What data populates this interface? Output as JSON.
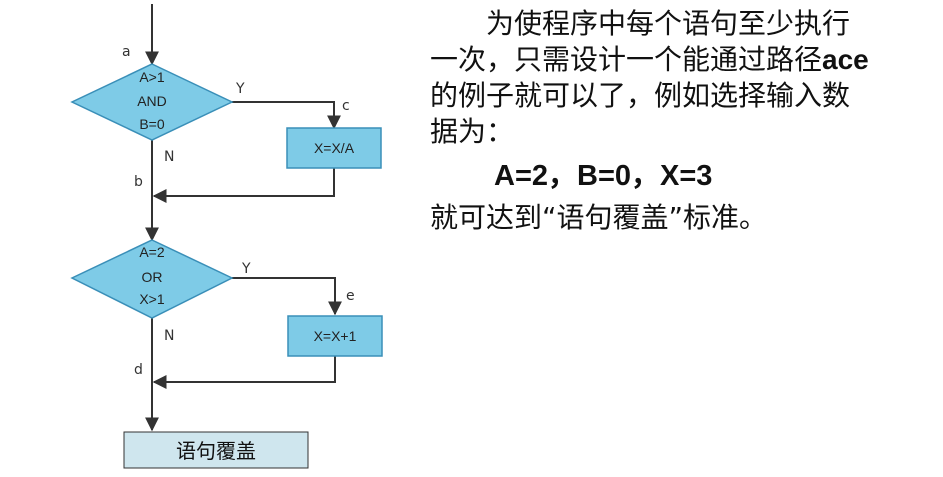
{
  "flowchart": {
    "nodes": {
      "decision1": [
        "A>1",
        "AND",
        "B=0"
      ],
      "process1": "X=X/A",
      "decision2": [
        "A=2",
        "OR",
        "X>1"
      ],
      "process2": "X=X+1",
      "final": "语句覆盖"
    },
    "edge_labels": {
      "a": "a",
      "b": "b",
      "c": "c",
      "d": "d",
      "e": "e",
      "yes1": "Y",
      "no1": "N",
      "yes2": "Y",
      "no2": "N"
    },
    "colors": {
      "fill": "#7ecbe7",
      "stroke": "#3a8fb8",
      "final_fill": "#cfe6ee",
      "line": "#333333"
    }
  },
  "text": {
    "p1_before": "为使程序中每个语句至少执行一次，只需设计一个能通过路径",
    "p1_path": "ace",
    "p1_after": "的例子就可以了，例如选择输入数据为：",
    "data_line": "A=2，B=0，X=3",
    "p2": "就可达到“语句覆盖”标准。"
  }
}
